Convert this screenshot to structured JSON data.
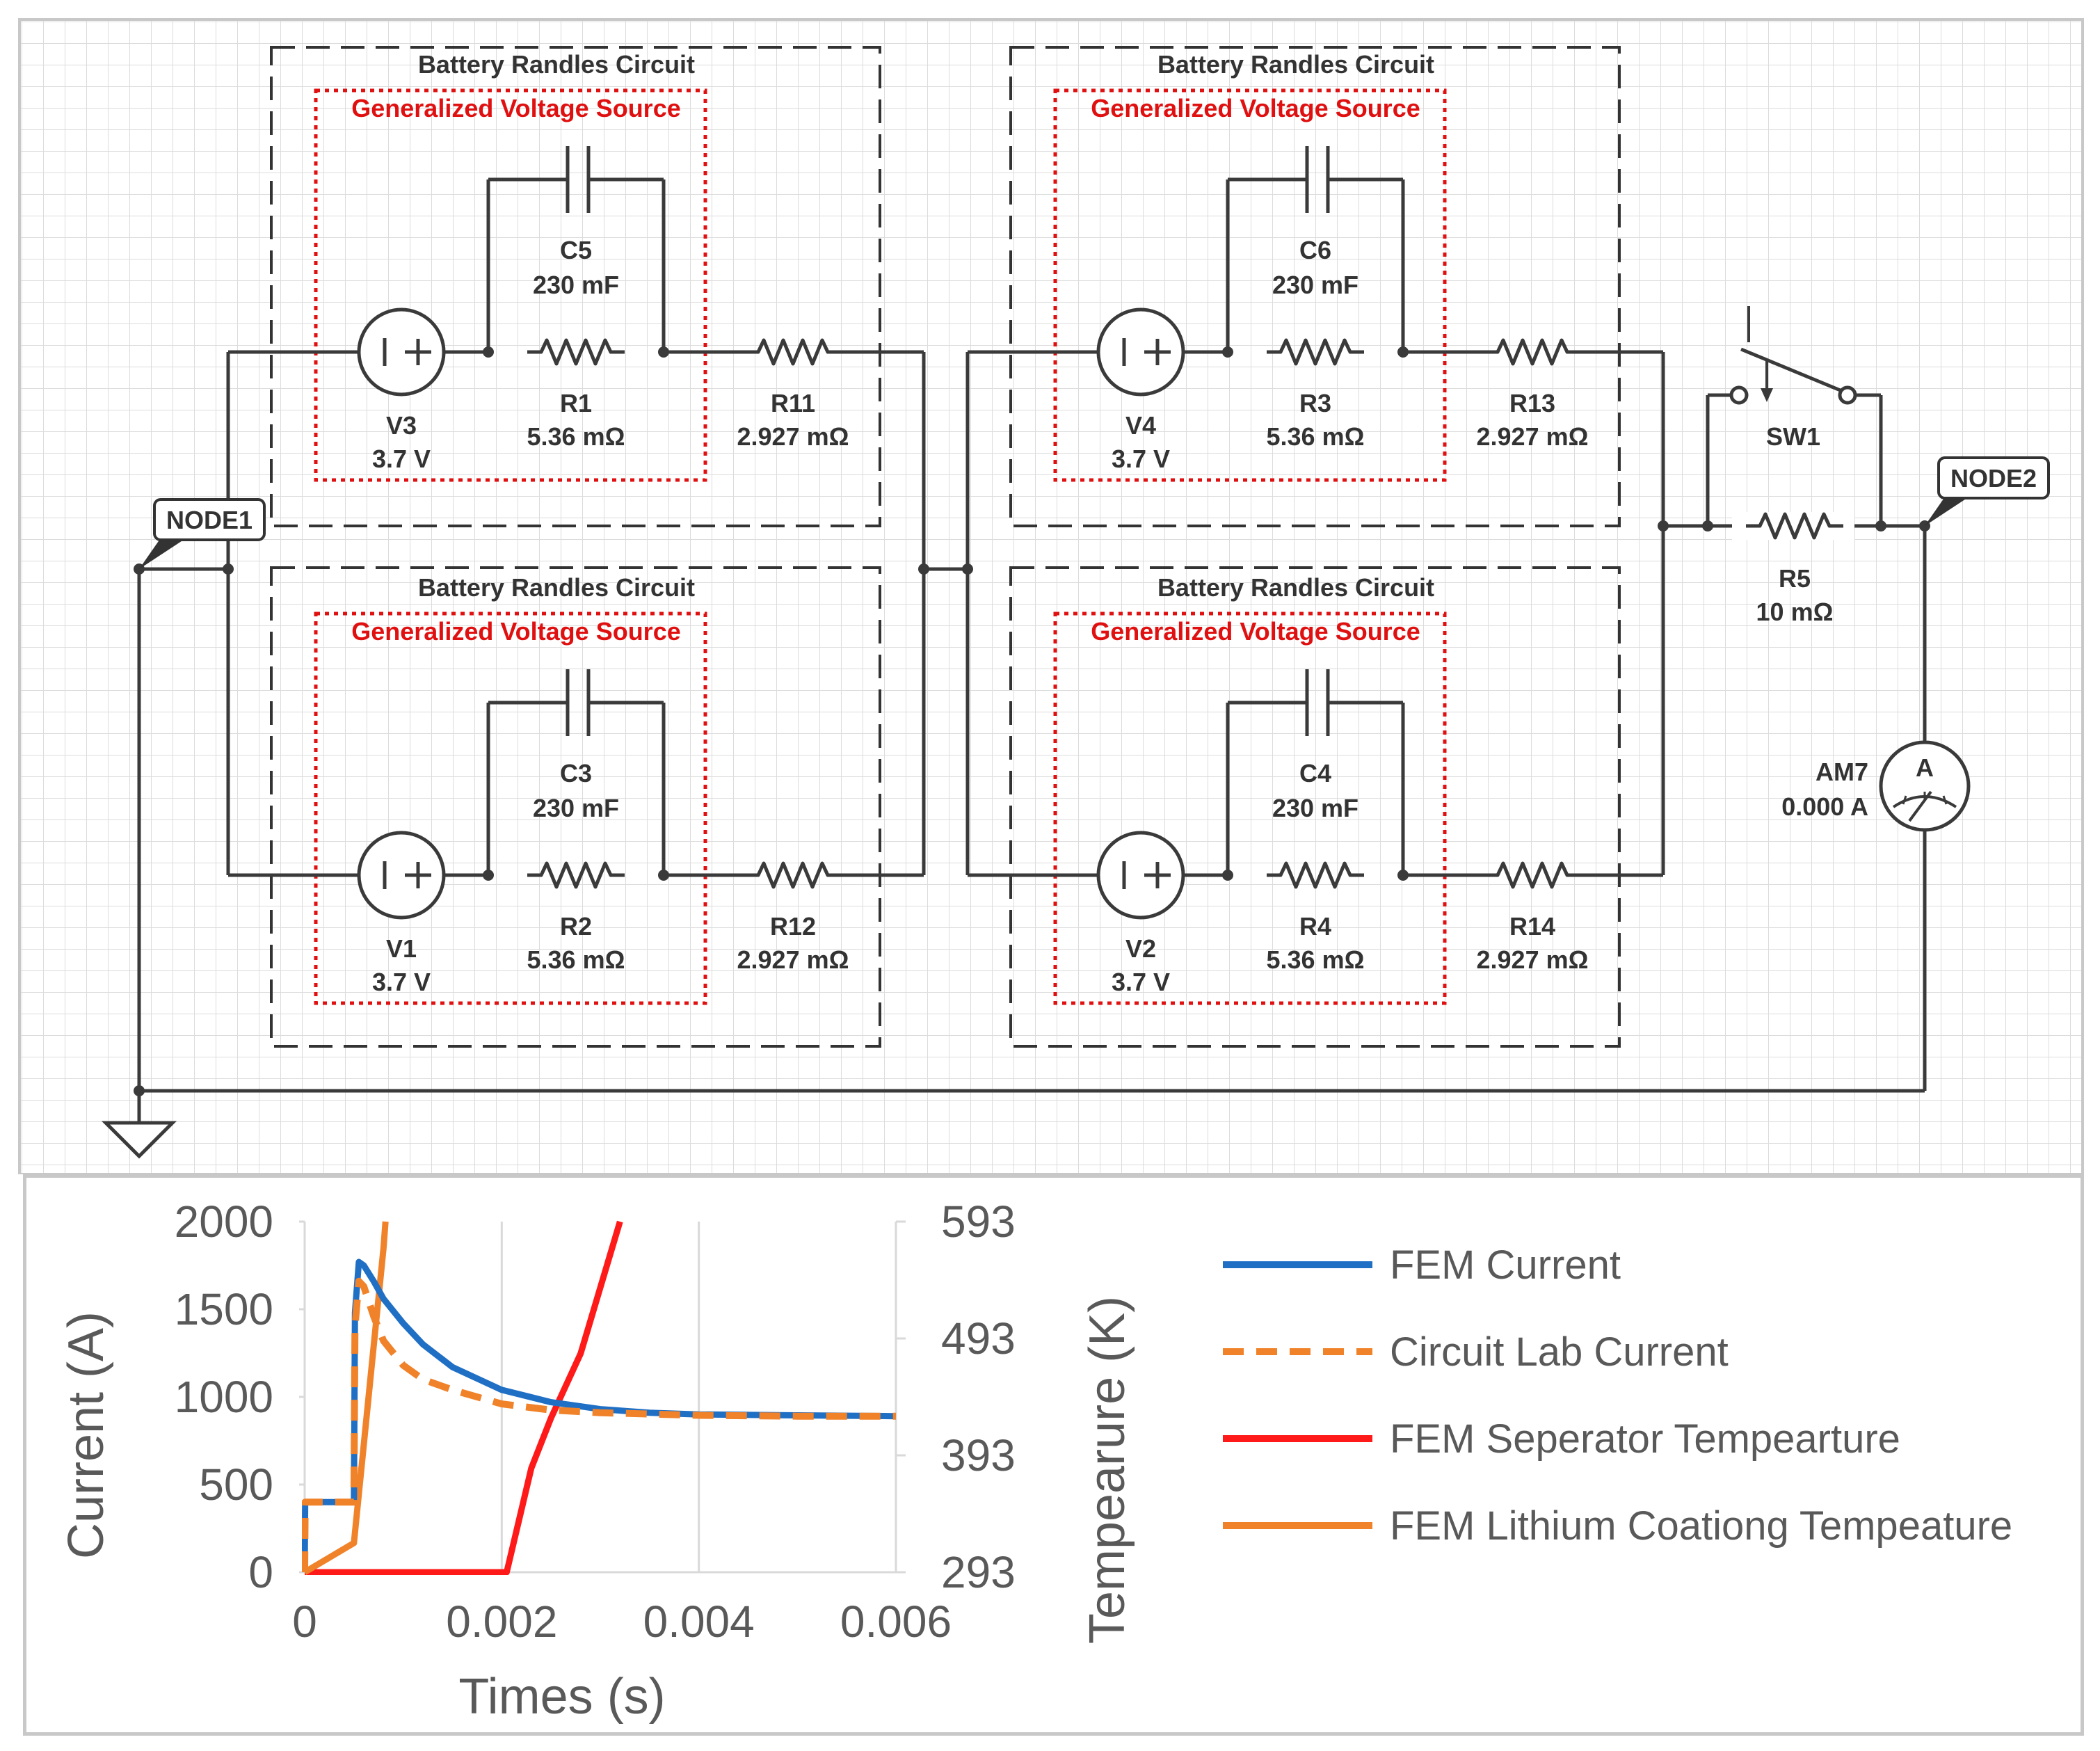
{
  "colors": {
    "wire": "#3a3a3a",
    "boundary": "#333333",
    "source_box": "#e01010",
    "grid": "#d9d9d9"
  },
  "cells": [
    {
      "title": "Battery Randles Circuit",
      "source_title": "Generalized Voltage Source",
      "capacitor": {
        "name": "C5",
        "value": "230 mF"
      },
      "source": {
        "name": "V3",
        "value": "3.7 V"
      },
      "resistor_inner": {
        "name": "R1",
        "value": "5.36 mΩ"
      },
      "resistor_outer": {
        "name": "R11",
        "value": "2.927 mΩ"
      }
    },
    {
      "title": "Battery Randles Circuit",
      "source_title": "Generalized Voltage Source",
      "capacitor": {
        "name": "C3",
        "value": "230 mF"
      },
      "source": {
        "name": "V1",
        "value": "3.7 V"
      },
      "resistor_inner": {
        "name": "R2",
        "value": "5.36 mΩ"
      },
      "resistor_outer": {
        "name": "R12",
        "value": "2.927 mΩ"
      }
    },
    {
      "title": "Battery Randles Circuit",
      "source_title": "Generalized Voltage Source",
      "capacitor": {
        "name": "C6",
        "value": "230 mF"
      },
      "source": {
        "name": "V4",
        "value": "3.7 V"
      },
      "resistor_inner": {
        "name": "R3",
        "value": "5.36 mΩ"
      },
      "resistor_outer": {
        "name": "R13",
        "value": "2.927 mΩ"
      }
    },
    {
      "title": "Battery Randles Circuit",
      "source_title": "Generalized Voltage Source",
      "capacitor": {
        "name": "C4",
        "value": "230 mF"
      },
      "source": {
        "name": "V2",
        "value": "3.7 V"
      },
      "resistor_inner": {
        "name": "R4",
        "value": "5.36 mΩ"
      },
      "resistor_outer": {
        "name": "R14",
        "value": "2.927 mΩ"
      }
    }
  ],
  "switch": {
    "name": "SW1"
  },
  "load": {
    "name": "R5",
    "value": "10 mΩ"
  },
  "ammeter": {
    "name": "AM7",
    "value": "0.000 A",
    "symbol": "A"
  },
  "nodes": {
    "node1": "NODE1",
    "node2": "NODE2"
  },
  "chart_data": {
    "type": "line",
    "xlabel": "Times (s)",
    "ylabel": "Current (A)",
    "y2label": "Tempearure (K)",
    "xlim": [
      0,
      0.006
    ],
    "ylim": [
      0,
      2000
    ],
    "y2lim": [
      293,
      593
    ],
    "xticks": [
      "0",
      "0.002",
      "0.004",
      "0.006"
    ],
    "yticks": [
      "0",
      "500",
      "1000",
      "1500",
      "2000"
    ],
    "y2ticks": [
      "293",
      "393",
      "493",
      "593"
    ],
    "grid": "vertical",
    "legend": "right",
    "series": [
      {
        "name": "FEM Current",
        "axis": "left",
        "color": "#1f6fc5",
        "dash": false,
        "x": [
          0,
          5e-06,
          0.0005,
          0.00051,
          0.00055,
          0.0006,
          0.0007,
          0.0008,
          0.001,
          0.0012,
          0.0015,
          0.002,
          0.0025,
          0.003,
          0.0035,
          0.004,
          0.005,
          0.006
        ],
        "y": [
          0,
          400,
          400,
          1480,
          1770,
          1750,
          1660,
          1560,
          1420,
          1300,
          1170,
          1040,
          970,
          930,
          910,
          900,
          895,
          890
        ]
      },
      {
        "name": "Circuit Lab Current",
        "axis": "left",
        "color": "#f0822a",
        "dash": true,
        "x": [
          0,
          5e-06,
          0.0005,
          0.00051,
          0.00055,
          0.0006,
          0.0007,
          0.0008,
          0.001,
          0.0012,
          0.0015,
          0.002,
          0.0025,
          0.003,
          0.004,
          0.005,
          0.006
        ],
        "y": [
          0,
          400,
          400,
          1400,
          1660,
          1630,
          1460,
          1320,
          1180,
          1100,
          1040,
          960,
          925,
          910,
          895,
          890,
          890
        ]
      },
      {
        "name": "FEM Seperator Tempearture",
        "axis": "right",
        "color": "#ff1a1a",
        "dash": false,
        "x": [
          0,
          0.00205,
          0.0023,
          0.0025,
          0.0028,
          0.0032
        ],
        "y": [
          293,
          293,
          382,
          425,
          480,
          593
        ]
      },
      {
        "name": "FEM Lithium Coationg Tempeature",
        "axis": "right",
        "color": "#f0822a",
        "dash": false,
        "x": [
          0,
          0.0005,
          0.0008,
          0.00082
        ],
        "y": [
          293,
          318,
          570,
          593
        ]
      }
    ]
  }
}
